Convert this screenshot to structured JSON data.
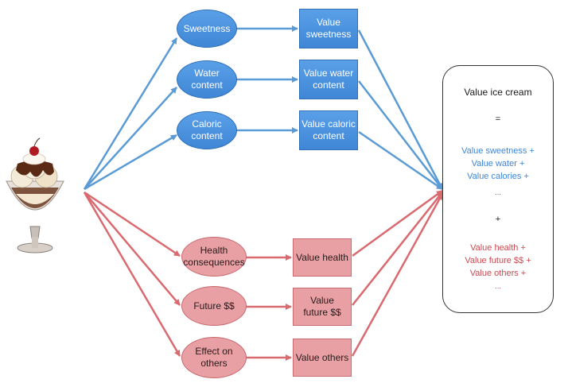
{
  "colors": {
    "blue": "#5b9bd5",
    "red": "#d96a70"
  },
  "image": {
    "icon": "ice-cream-sundae"
  },
  "attributes_blue": [
    {
      "label": "Sweetness",
      "value_label": "Value\nsweetness"
    },
    {
      "label": "Water\ncontent",
      "value_label": "Value water\ncontent"
    },
    {
      "label": "Caloric\ncontent",
      "value_label": "Value caloric\ncontent"
    }
  ],
  "attributes_red": [
    {
      "label": "Health\nconsequences",
      "value_label": "Value health"
    },
    {
      "label": "Future $$",
      "value_label": "Value\nfuture $$"
    },
    {
      "label": "Effect on\nothers",
      "value_label": "Value others"
    }
  ],
  "summary": {
    "title": "Value ice cream",
    "equals": "=",
    "blue_lines": [
      "Value sweetness +",
      "Value water +",
      "Value calories +"
    ],
    "ellipsis1": "...",
    "plus": "+",
    "red_lines": [
      "Value health +",
      "Value future $$ +",
      "Value others +"
    ],
    "ellipsis2": "..."
  }
}
